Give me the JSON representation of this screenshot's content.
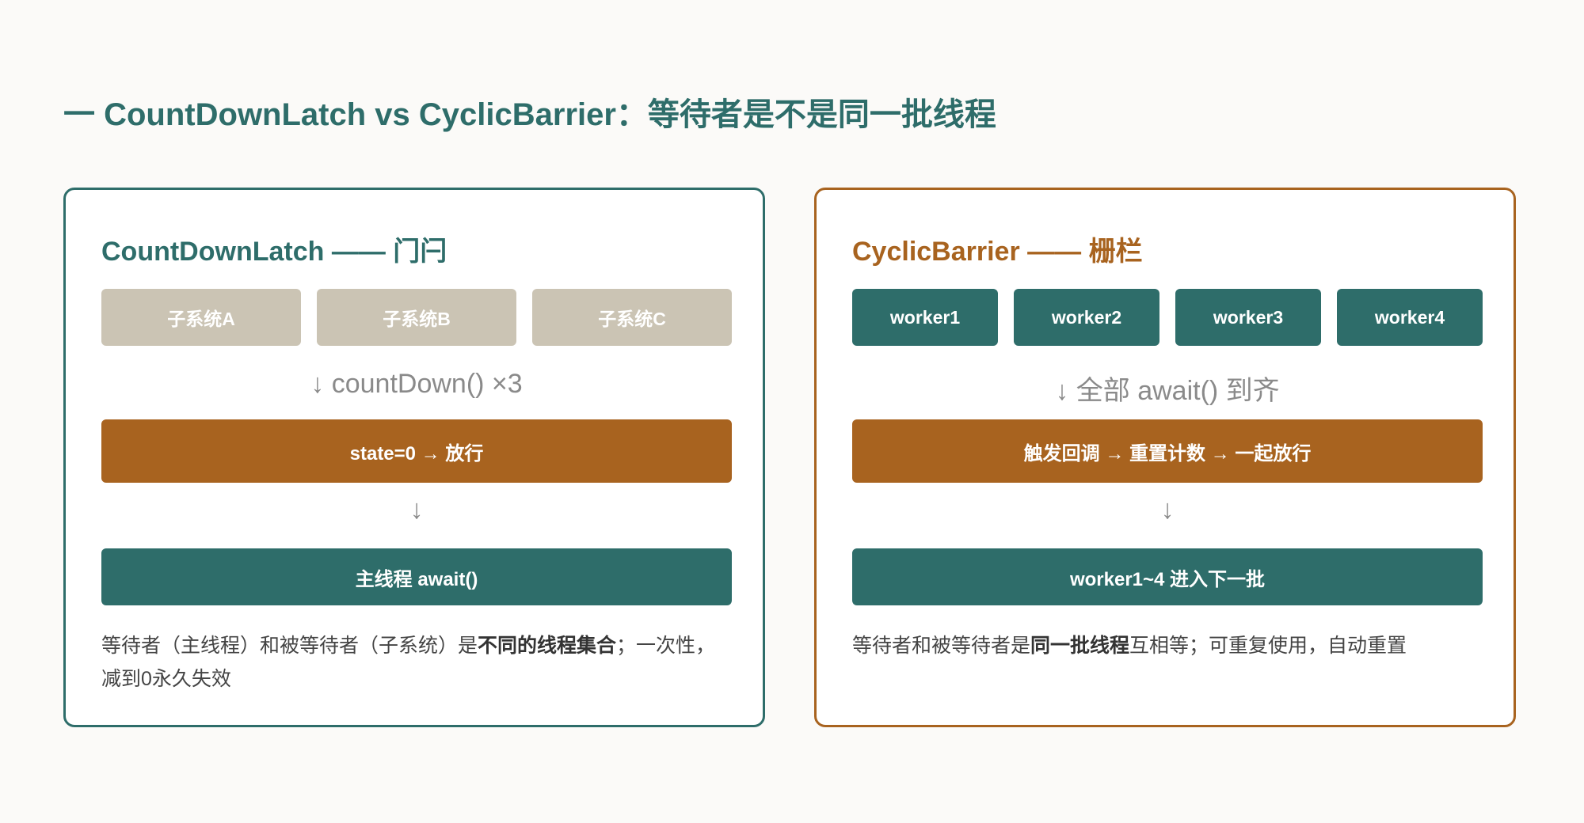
{
  "page_title": "一 CountDownLatch vs CyclicBarrier：等待者是不是同一批线程",
  "left_panel": {
    "title": "CountDownLatch —— 门闩",
    "subsystems": [
      "子系统A",
      "子系统B",
      "子系统C"
    ],
    "arrow_label": "↓ countDown() ×3",
    "release_bar": "state=0 → 放行",
    "arrow2": "↓",
    "waiter_bar": "主线程 await()",
    "note_part1": "等待者（主线程）和被等待者（子系统）是",
    "note_bold": "不同的线程集合",
    "note_part2": "；一次性，减到0永久失效"
  },
  "right_panel": {
    "title": "CyclicBarrier —— 栅栏",
    "workers": [
      "worker1",
      "worker2",
      "worker3",
      "worker4"
    ],
    "arrow_label": "↓ 全部 await() 到齐",
    "trigger_bar": "触发回调 → 重置计数 → 一起放行",
    "arrow2": "↓",
    "next_bar": "worker1~4 进入下一批",
    "note_part1": "等待者和被等待者是",
    "note_bold": "同一批线程",
    "note_part2": "互相等；可重复使用，自动重置"
  },
  "colors": {
    "teal": "#2e6d6a",
    "orange": "#a8631f",
    "subsystem_chip": "#cbc4b4",
    "background": "#fbfaf8"
  }
}
